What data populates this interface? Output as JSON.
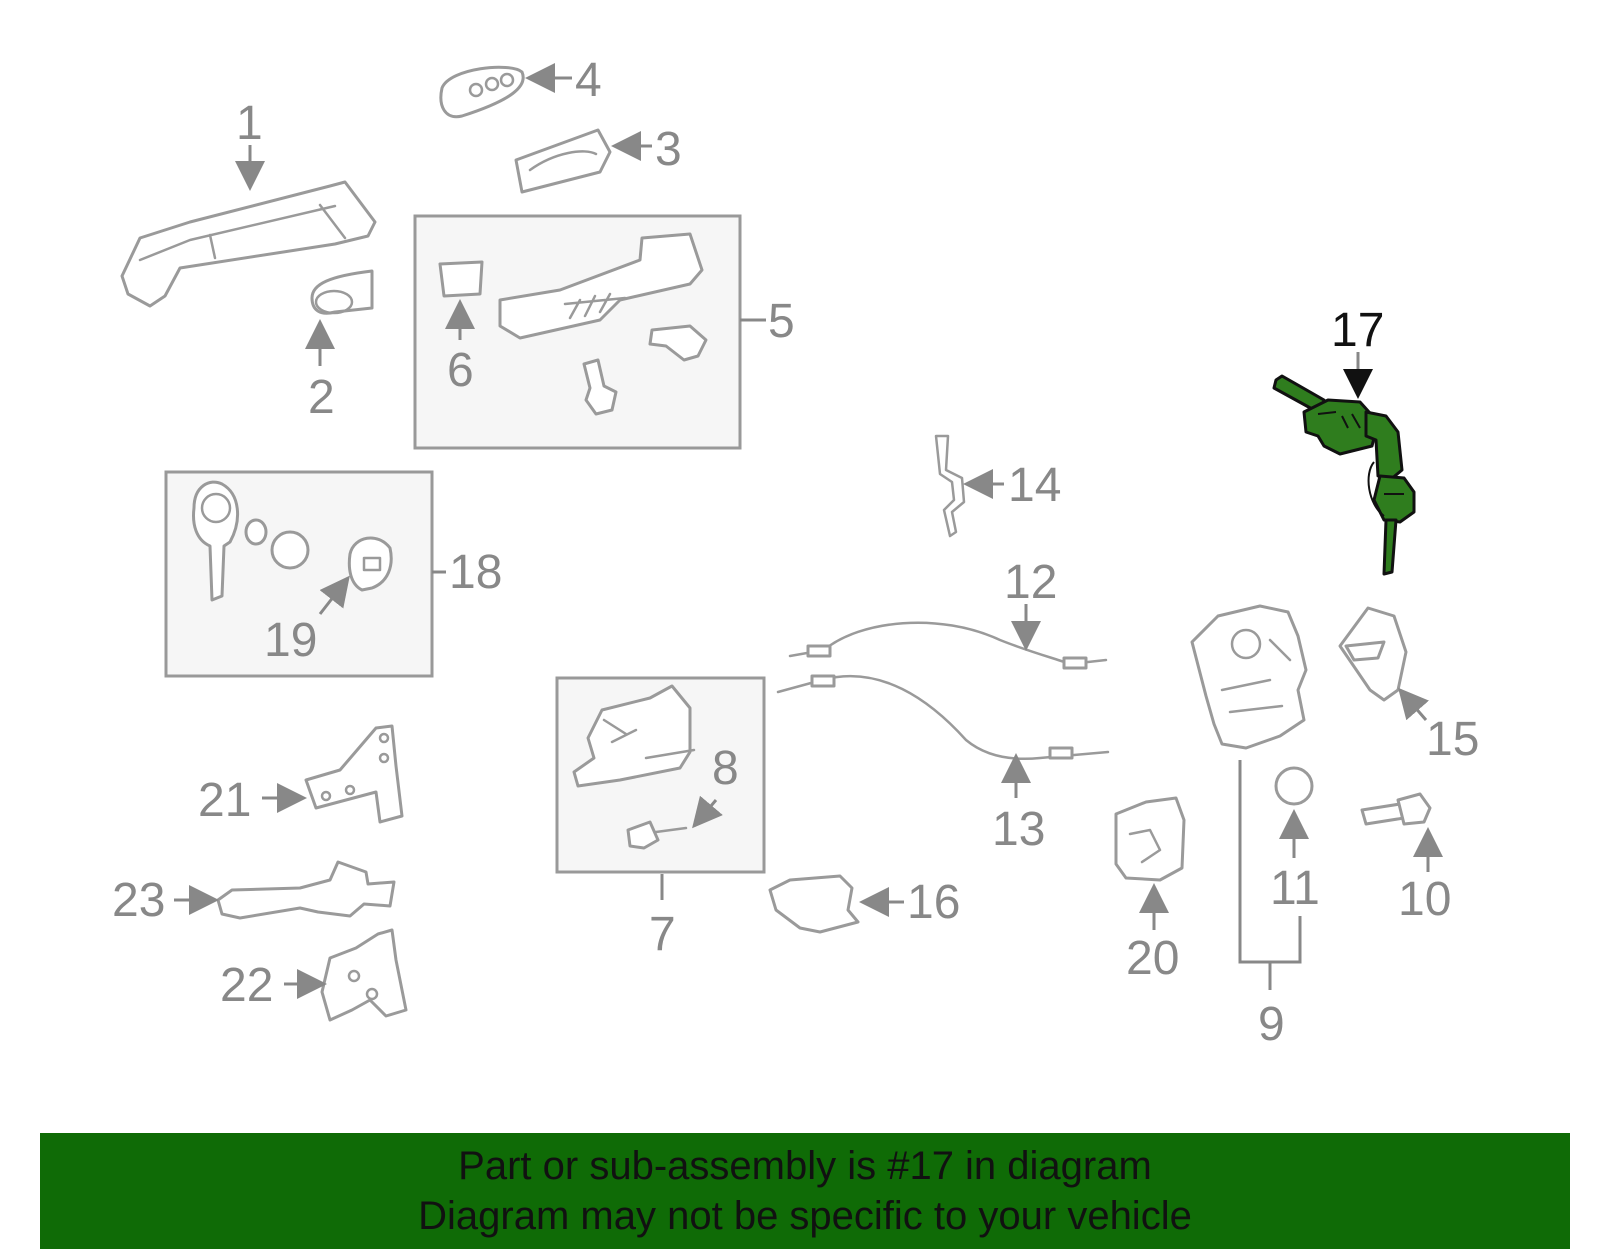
{
  "diagram": {
    "highlight_color": "#2f7d1e",
    "callouts": {
      "c1": "1",
      "c2": "2",
      "c3": "3",
      "c4": "4",
      "c5": "5",
      "c6": "6",
      "c7": "7",
      "c8": "8",
      "c9": "9",
      "c10": "10",
      "c11": "11",
      "c12": "12",
      "c13": "13",
      "c14": "14",
      "c15": "15",
      "c16": "16",
      "c17": "17",
      "c18": "18",
      "c19": "19",
      "c20": "20",
      "c21": "21",
      "c22": "22",
      "c23": "23"
    }
  },
  "banner": {
    "background": "#0f6b06",
    "line1": "Part or sub-assembly is #17 in diagram",
    "line2": "Diagram may not be specific to your vehicle"
  }
}
